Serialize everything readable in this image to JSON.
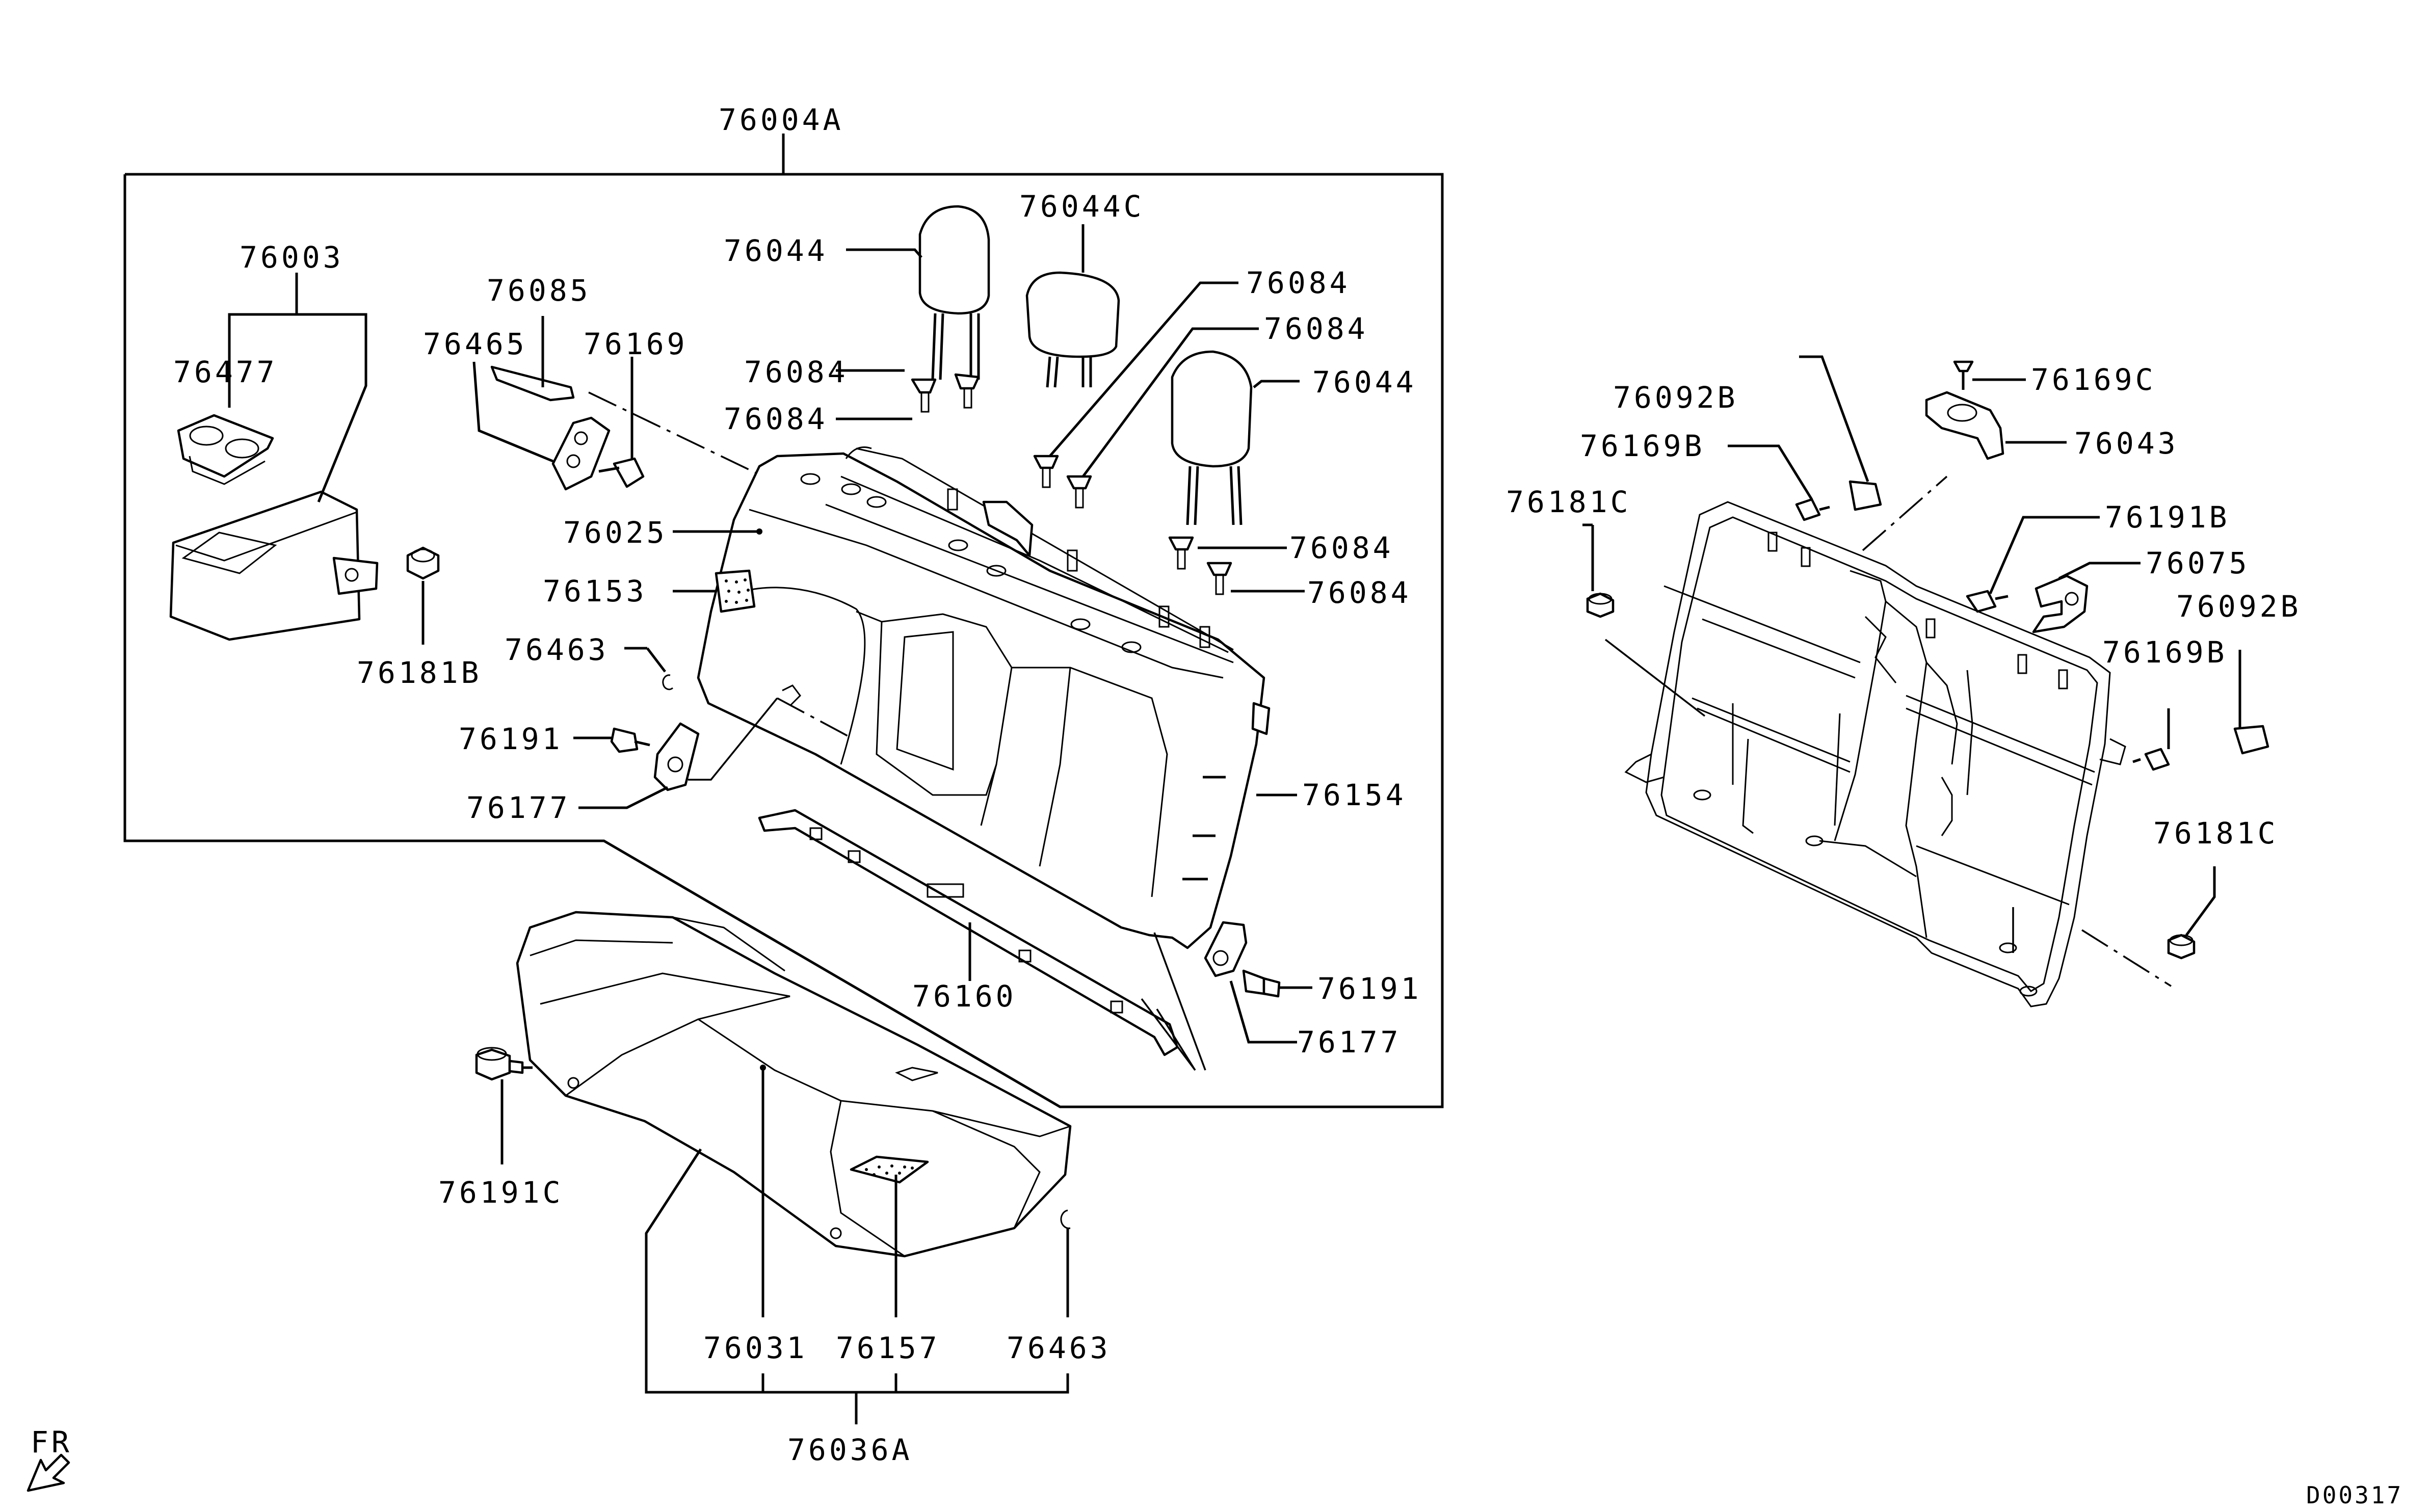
{
  "diagram": {
    "kind": "exploded parts diagram",
    "parts": [
      {
        "id": "76004A",
        "label": "76004A"
      },
      {
        "id": "76003",
        "label": "76003"
      },
      {
        "id": "76477",
        "label": "76477"
      },
      {
        "id": "76181B",
        "label": "76181B"
      },
      {
        "id": "76085",
        "label": "76085"
      },
      {
        "id": "76465",
        "label": "76465"
      },
      {
        "id": "76169",
        "label": "76169"
      },
      {
        "id": "76025",
        "label": "76025"
      },
      {
        "id": "76153",
        "label": "76153"
      },
      {
        "id": "76463-upper",
        "label": "76463"
      },
      {
        "id": "76191-left",
        "label": "76191"
      },
      {
        "id": "76177-left",
        "label": "76177"
      },
      {
        "id": "76044-left",
        "label": "76044"
      },
      {
        "id": "76044C",
        "label": "76044C"
      },
      {
        "id": "76084-a",
        "label": "76084"
      },
      {
        "id": "76084-b",
        "label": "76084"
      },
      {
        "id": "76084-c",
        "label": "76084"
      },
      {
        "id": "76084-d",
        "label": "76084"
      },
      {
        "id": "76044-right",
        "label": "76044"
      },
      {
        "id": "76084-e",
        "label": "76084"
      },
      {
        "id": "76084-f",
        "label": "76084"
      },
      {
        "id": "76154",
        "label": "76154"
      },
      {
        "id": "76160",
        "label": "76160"
      },
      {
        "id": "76191-right",
        "label": "76191"
      },
      {
        "id": "76177-right",
        "label": "76177"
      },
      {
        "id": "76191C",
        "label": "76191C"
      },
      {
        "id": "76031",
        "label": "76031"
      },
      {
        "id": "76157",
        "label": "76157"
      },
      {
        "id": "76463-lower",
        "label": "76463"
      },
      {
        "id": "76036A",
        "label": "76036A"
      },
      {
        "id": "76092B-top",
        "label": "76092B"
      },
      {
        "id": "76169C",
        "label": "76169C"
      },
      {
        "id": "76169B-top",
        "label": "76169B"
      },
      {
        "id": "76043",
        "label": "76043"
      },
      {
        "id": "76181C-top",
        "label": "76181C"
      },
      {
        "id": "76191B",
        "label": "76191B"
      },
      {
        "id": "76075",
        "label": "76075"
      },
      {
        "id": "76092B-right",
        "label": "76092B"
      },
      {
        "id": "76169B-right",
        "label": "76169B"
      },
      {
        "id": "76181C-bottom",
        "label": "76181C"
      }
    ],
    "direction_marker": "FR",
    "drawing_number": "D00317"
  }
}
